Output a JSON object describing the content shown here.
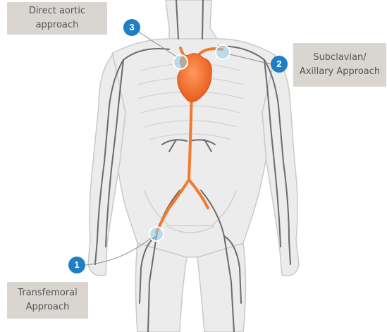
{
  "labels": {
    "direct_aortic": [
      "Direct aortic",
      "approach"
    ],
    "subclavian": [
      "Subclavian/",
      "Axillary Approach"
    ],
    "transfemoral": [
      "Transfemoral",
      "Approach"
    ]
  },
  "markers": {
    "one": "1",
    "two": "2",
    "three": "3"
  },
  "colors": {
    "badge": "#1f7fc4",
    "label_bg": "#d9d5d1",
    "heart": "#f26b2a",
    "artery": "#f2792f",
    "vessel_dark": "#6b6b6b",
    "body": "#e6e6e6",
    "access_ring": "#8fd0ef"
  }
}
